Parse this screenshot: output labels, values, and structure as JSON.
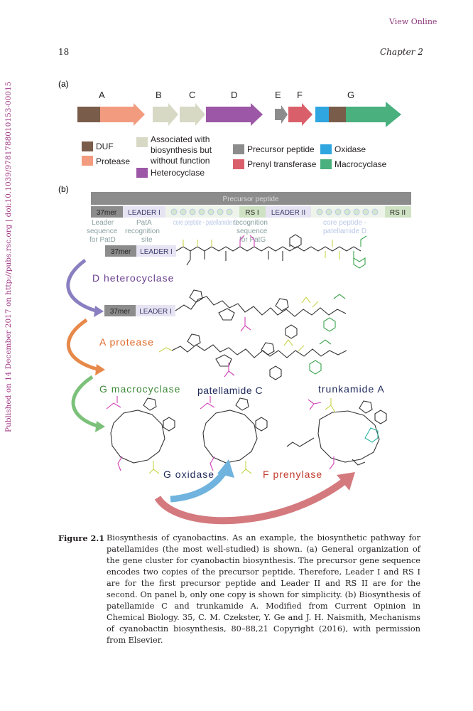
{
  "header": {
    "link": "View Online",
    "page_number": "18",
    "chapter": "Chapter 2"
  },
  "sidebar": "Published on 14 December 2017 on http://pubs.rsc.org | doi:10.1039/9781788010153-00015",
  "figure": {
    "panel_a": {
      "label": "(a)",
      "genes": [
        "A",
        "B",
        "C",
        "D",
        "E",
        "F",
        "G"
      ],
      "legend": {
        "duf": "DUF",
        "protease": "Protease",
        "assoc_line1": "Associated with",
        "assoc_line2": "biosynthesis but",
        "assoc_line3": "without function",
        "heterocyclase": "Heterocyclase",
        "precursor": "Precursor peptide",
        "prenyl": "Prenyl transferase",
        "oxidase": "Oxidase",
        "macrocyclase": "Macrocyclase"
      },
      "colors": {
        "duf": "#7a5c4a",
        "protease": "#f39b7f",
        "assoc": "#d7d9c5",
        "heterocyclase": "#9c57a6",
        "precursor": "#8c8c8c",
        "prenyl": "#d9606b",
        "oxidase": "#2fa6df",
        "macrocyclase": "#49b07e"
      }
    },
    "panel_b": {
      "label": "(b)",
      "precursor_bar": "Precursor peptide",
      "seg_37mer": "37mer",
      "seg_leader1": "LEADER I",
      "seg_rs1": "RS I",
      "seg_leader2": "LEADER II",
      "seg_rs2": "RS II",
      "ann_leader": [
        "Leader",
        "sequence",
        "for PatD"
      ],
      "ann_pata": [
        "PatA",
        "recognition",
        "site"
      ],
      "ann_core1": "core peptide - patellamide C",
      "ann_recog": [
        "recognition",
        "sequence",
        "for PatG"
      ],
      "ann_core2": [
        "core peptide -",
        "patellamide D"
      ],
      "row_37mer": "37mer",
      "row_leader": "LEADER I",
      "d_heterocyclase": "D heterocyclase",
      "a_protease": "A protease",
      "g_macrocyclase": "G macrocyclase",
      "patellamide_c": "patellamide C",
      "trunkamide_a": "trunkamide A",
      "g_oxidase": "G oxidase",
      "f_prenylase": "F prenylase"
    }
  },
  "caption": {
    "label": "Figure 2.1",
    "text": "Biosynthesis of cyanobactins. As an example, the biosynthetic pathway for patellamides (the most well-studied) is shown. (a) General organization of the gene cluster for cyanobactin biosynthesis. The precursor gene sequence encodes two copies of the precursor peptide. Therefore, Leader I and RS I are for the first precursor peptide and Leader II and RS II are for the second. On panel b, only one copy is shown for simplicity. (b) Biosynthesis of patellamide C and trunkamide A. Modified from Current Opinion in Chemical Biology. 35, C. M. Czekster, Y. Ge and J. H. Naismith, Mechanisms of cyanobactin biosynthesis, 80–88,21 Copyright (2016), with permission from Elsevier."
  }
}
